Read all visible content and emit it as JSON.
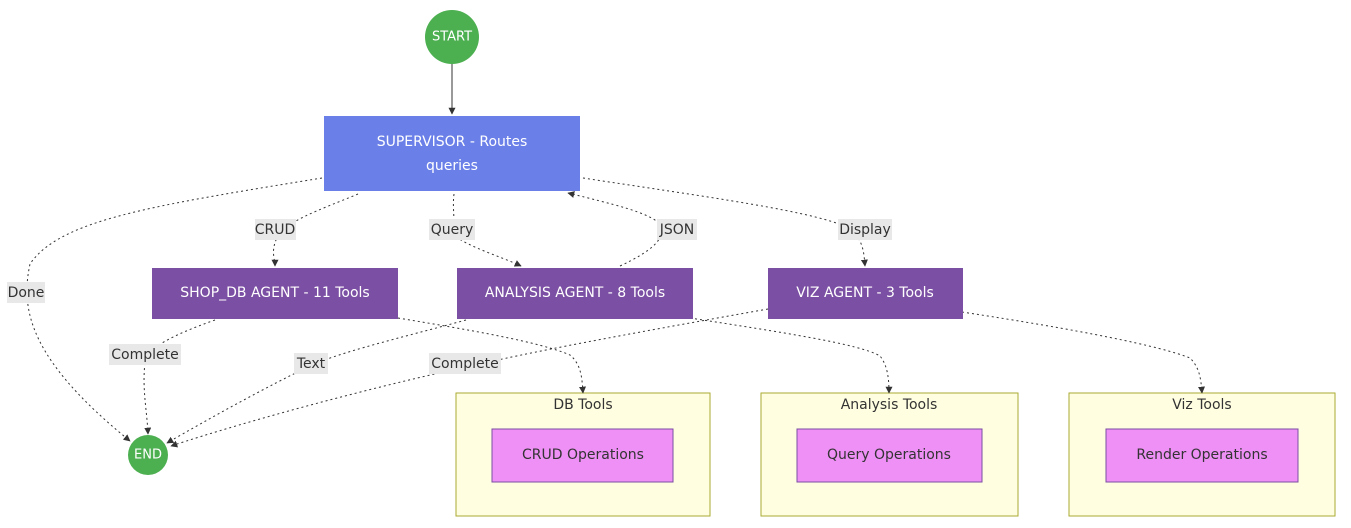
{
  "nodes": {
    "start": {
      "label": "START",
      "color": "#4caf50"
    },
    "supervisor": {
      "label_line1": "SUPERVISOR - Routes",
      "label_line2": "queries",
      "color": "#6a7fe8"
    },
    "shop_db": {
      "label": "SHOP_DB AGENT - 11 Tools",
      "color": "#7b4fa3"
    },
    "analysis": {
      "label": "ANALYSIS AGENT - 8 Tools",
      "color": "#7b4fa3"
    },
    "viz": {
      "label": "VIZ AGENT - 3 Tools",
      "color": "#7b4fa3"
    },
    "end": {
      "label": "END",
      "color": "#4caf50"
    },
    "crud_ops": {
      "label": "CRUD Operations",
      "color": "#ee90f5"
    },
    "query_ops": {
      "label": "Query Operations",
      "color": "#ee90f5"
    },
    "render_ops": {
      "label": "Render Operations",
      "color": "#ee90f5"
    }
  },
  "clusters": {
    "db_tools": {
      "title": "DB Tools",
      "color": "#fffee0"
    },
    "analysis_tools": {
      "title": "Analysis Tools",
      "color": "#fffee0"
    },
    "viz_tools": {
      "title": "Viz Tools",
      "color": "#fffee0"
    }
  },
  "edge_labels": {
    "crud": "CRUD",
    "query": "Query",
    "json": "JSON",
    "display": "Display",
    "done": "Done",
    "complete_shop": "Complete",
    "text": "Text",
    "complete_viz": "Complete"
  }
}
